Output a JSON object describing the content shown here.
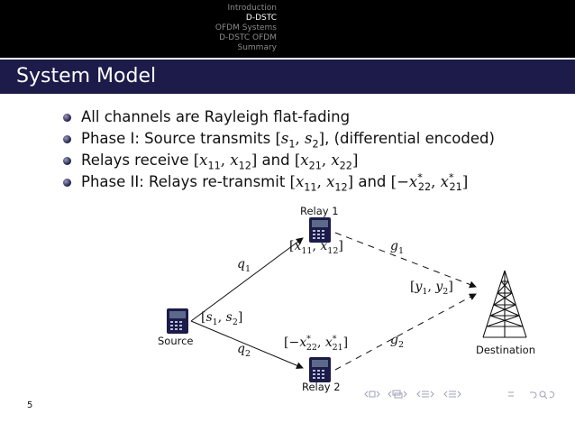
{
  "nav": {
    "sections": [
      {
        "label": "Introduction",
        "active": false
      },
      {
        "label": "D-DSTC",
        "active": true
      },
      {
        "label": "OFDM Systems",
        "active": false
      },
      {
        "label": "D-DSTC OFDM",
        "active": false
      },
      {
        "label": "Summary",
        "active": false
      }
    ]
  },
  "frame": {
    "title": "System Model",
    "page_number": "5"
  },
  "bullets": {
    "b1": "All channels are Rayleigh flat-fading",
    "b2_prefix": "Phase I: Source transmits ",
    "b2_suffix": ", (differential encoded)",
    "b3_prefix": "Relays receive ",
    "b3_mid": " and ",
    "b4_prefix": "Phase II: Relays re-transmit ",
    "b4_mid": " and "
  },
  "diagram": {
    "labels": {
      "source": "Source",
      "relay1": "Relay 1",
      "relay2": "Relay 2",
      "destination": "Destination"
    },
    "symbols": {
      "q": "q",
      "g": "g",
      "s": "s",
      "x": "x",
      "y": "y",
      "sub1": "1",
      "sub2": "2",
      "sub11": "11",
      "sub12": "12",
      "sub21": "21",
      "sub22": "22",
      "star": "*"
    }
  },
  "colors": {
    "header_bg": "#000000",
    "title_bar": "#1c1b4a",
    "nav_inactive": "#8a8a8a",
    "nav_active": "#ffffff",
    "device_body": "#1c1b4a",
    "device_screen": "#3a3a6a"
  },
  "icons": {
    "source_node": "handset-icon",
    "relay_node": "handset-icon",
    "destination_node": "antenna-tower-icon",
    "bullet": "sphere-bullet-icon"
  }
}
